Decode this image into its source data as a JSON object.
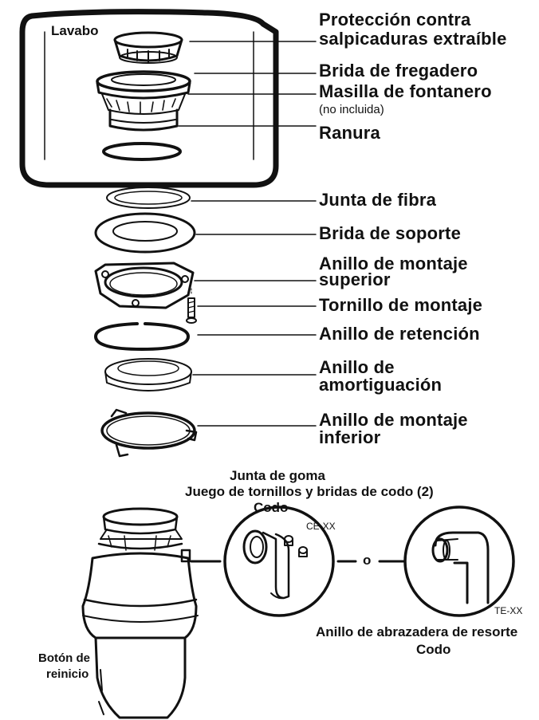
{
  "labels": {
    "lavabo": "Lavabo",
    "splash_guard": [
      "Protección contra",
      "salpicaduras extraíble"
    ],
    "sink_flange": "Brida de fregadero",
    "putty": "Masilla de fontanero",
    "putty_note": "(no incluida)",
    "groove": "Ranura",
    "fiber_gasket": "Junta de fibra",
    "backup_flange": "Brida de soporte",
    "upper_ring": [
      "Anillo de montaje",
      "superior"
    ],
    "mount_screw": "Tornillo de montaje",
    "retaining_ring": "Anillo de retención",
    "cushion_ring": [
      "Anillo de",
      "amortiguación"
    ],
    "lower_ring": [
      "Anillo de montaje",
      "inferior"
    ],
    "rubber_gasket": "Junta de goma",
    "screw_set": "Juego de tornillos y bridas de codo (2)",
    "elbow": "Codo",
    "model_a": "CE-XX",
    "or": "o",
    "model_b": "TE-XX",
    "spring_clamp": "Anillo de abrazadera de resorte",
    "elbow_b": "Codo",
    "reset": [
      "Botón de",
      "reinicio"
    ]
  }
}
